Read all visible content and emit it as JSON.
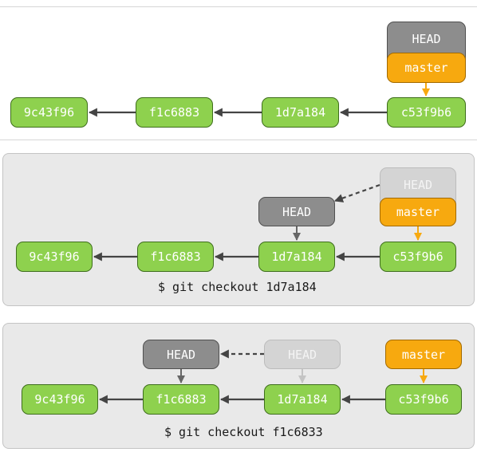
{
  "panel1": {
    "commits": [
      "9c43f96",
      "f1c6883",
      "1d7a184",
      "c53f9b6"
    ],
    "head": "HEAD",
    "master": "master"
  },
  "panel2": {
    "commits": [
      "9c43f96",
      "f1c6883",
      "1d7a184",
      "c53f9b6"
    ],
    "head": "HEAD",
    "head_old": "HEAD",
    "master": "master",
    "command": "$ git checkout 1d7a184"
  },
  "panel3": {
    "commits": [
      "9c43f96",
      "f1c6883",
      "1d7a184",
      "c53f9b6"
    ],
    "head": "HEAD",
    "head_old": "HEAD",
    "master": "master",
    "command": "$ git checkout f1c6833"
  },
  "colors": {
    "commit": "#8ed14e",
    "head": "#8d8d8d",
    "head_ghost": "#d4d4d4",
    "master": "#f7a90f",
    "arrow": "#444444"
  }
}
